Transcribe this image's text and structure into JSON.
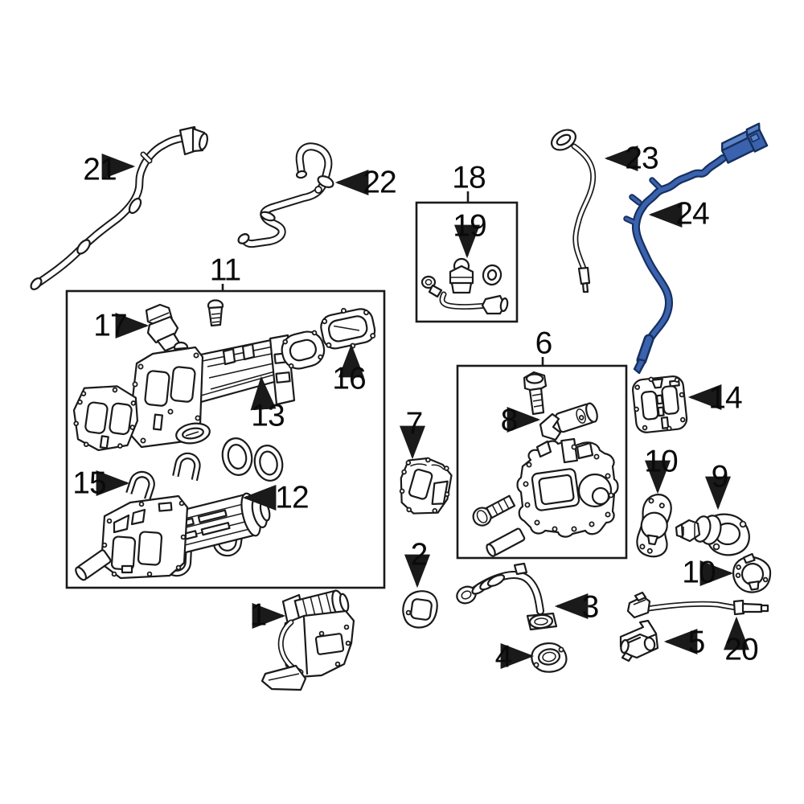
{
  "diagram": {
    "type": "oem-parts-diagram",
    "highlighted_callout": "24",
    "colors": {
      "background": "#ffffff",
      "line": "#1a1a1a",
      "highlight_fill": "#3a62ae",
      "highlight_dark": "#16305e",
      "highlight_light": "#5b82c8"
    },
    "callouts": {
      "c21": "21",
      "c22": "22",
      "c11": "11",
      "c17": "17",
      "c16": "16",
      "c13": "13",
      "c15": "15",
      "c12": "12",
      "c18": "18",
      "c19": "19",
      "c23": "23",
      "c24": "24",
      "c6": "6",
      "c8": "8",
      "c7": "7",
      "c2": "2",
      "c14": "14",
      "c10a": "10",
      "c9": "9",
      "c10b": "10",
      "c20": "20",
      "c5": "5",
      "c3": "3",
      "c4": "4",
      "c1": "1"
    }
  }
}
